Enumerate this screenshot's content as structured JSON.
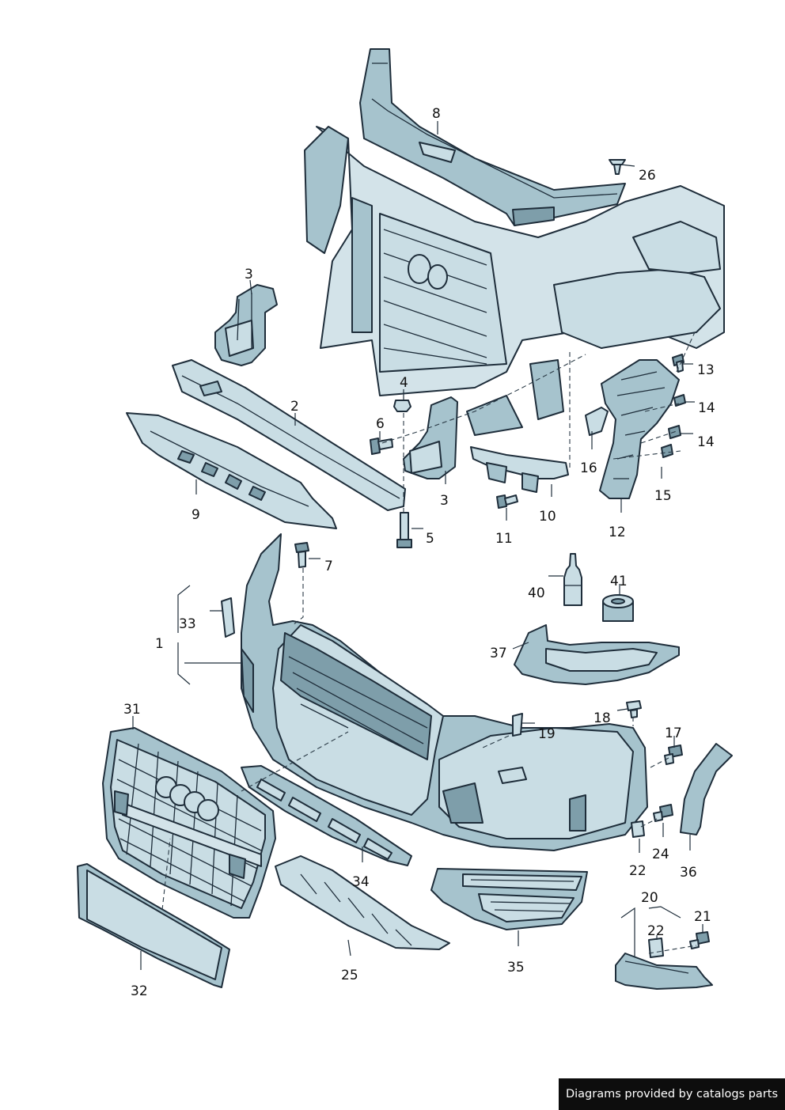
{
  "callouts": {
    "c1": "1",
    "c2": "2",
    "c3a": "3",
    "c3b": "3",
    "c4": "4",
    "c5": "5",
    "c6": "6",
    "c7": "7",
    "c8": "8",
    "c9": "9",
    "c10": "10",
    "c11": "11",
    "c12": "12",
    "c13": "13",
    "c14a": "14",
    "c14b": "14",
    "c15": "15",
    "c16": "16",
    "c17": "17",
    "c18": "18",
    "c19": "19",
    "c20": "20",
    "c21": "21",
    "c22a": "22",
    "c22b": "22",
    "c24": "24",
    "c25": "25",
    "c26": "26",
    "c31": "31",
    "c32": "32",
    "c33": "33",
    "c34": "34",
    "c35": "35",
    "c36": "36",
    "c37": "37",
    "c40": "40",
    "c41": "41"
  },
  "footer": {
    "text": "Diagrams provided by catalogs parts"
  },
  "colors": {
    "part_fill": "#c9dde4",
    "part_shade": "#7e9eaa",
    "outline": "#1e2d3a",
    "footer_bg": "#0d0d0d"
  }
}
